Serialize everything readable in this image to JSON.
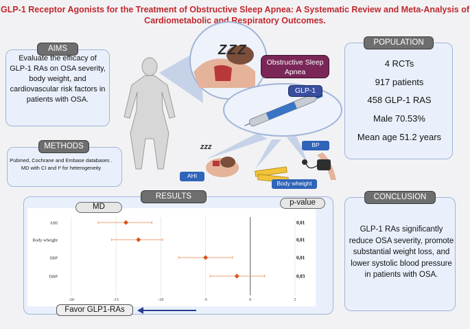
{
  "title": "GLP-1 Receptor Agonists for the Treatment of Obstructive Sleep Apnea: A Systematic Review and Meta-Analysis of Cardiometabolic and Respiratory Outcomes.",
  "aims": {
    "header": "AIMS",
    "text": "Evaluate the efficacy of GLP-1 RAs on OSA severity, body weight, and cardiovascular risk factors in patients with OSA."
  },
  "methods": {
    "header": "METHODS",
    "line1": "Pubmed, Cochrane and Embase databases .",
    "line2": "MD with CI and I² for heterogeneity"
  },
  "population": {
    "header": "POPULATION",
    "items": [
      "4 RCTs",
      "917 patients",
      "458 GLP-1 RAS",
      "Male 70.53%",
      "Mean age 51.2 years"
    ]
  },
  "conclusion": {
    "header": "CONCLUSION",
    "text": "GLP-1 RAs significantly reduce OSA severity, promote substantial weight loss, and lower systolic blood pressure in patients with OSA."
  },
  "center": {
    "osa_label": "Obstructive Sleep Apnea",
    "glp1_label": "GLP-1",
    "zzz_big": "ZZZ",
    "zzz_small": "zzz",
    "ahi_tag": "AHI",
    "bp_tag": "BP",
    "weight_tag": "Body wheight"
  },
  "results": {
    "header": "RESULTS",
    "md_label": "MD",
    "pvalue_label": "p-value",
    "favor_label": "Favor GLP1-RAs"
  },
  "chart_data": {
    "type": "forest",
    "rows": [
      {
        "label": "AHI",
        "mean": -13.9,
        "lo": -17,
        "hi": -11,
        "p": "0,01"
      },
      {
        "label": "Body wheight",
        "mean": -12.5,
        "lo": -15.5,
        "hi": -9.8,
        "p": "0,01"
      },
      {
        "label": "SBP",
        "mean": -5.0,
        "lo": -8.0,
        "hi": -2.0,
        "p": "0,01"
      },
      {
        "label": "DBP",
        "mean": -1.5,
        "lo": -4.5,
        "hi": 1.6,
        "p": "0,03"
      }
    ],
    "xlim": [
      -20,
      5
    ],
    "xticks": [
      -20,
      -15,
      -10,
      -5,
      0,
      5
    ],
    "colors": {
      "point": "#d9541e",
      "ci": "#e9a37a",
      "grid": "#e3e3e3"
    }
  }
}
